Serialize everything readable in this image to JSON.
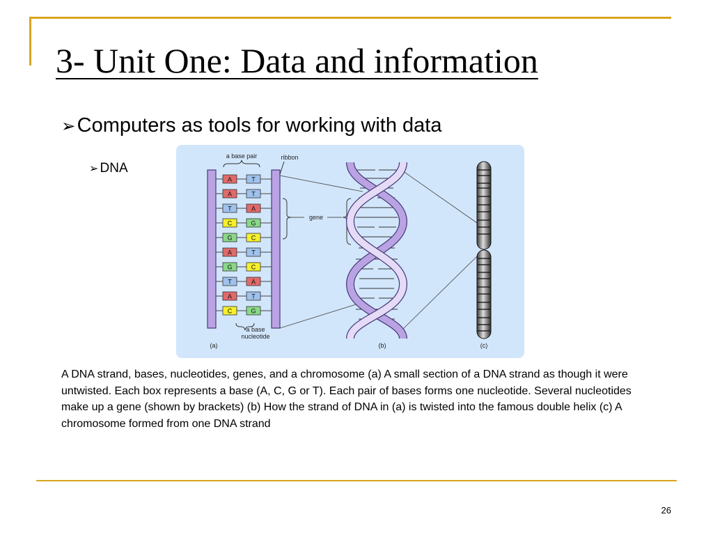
{
  "slide": {
    "title": "3- Unit One: Data and information",
    "bullet_level1": "Computers as tools for working with data",
    "bullet_level2": "DNA",
    "bullet_icon": "arrow-bullet-icon",
    "caption": "A DNA strand, bases, nucleotides, genes, and a chromosome (a) A small section of a DNA strand as though it were untwisted. Each box represents a base (A, C, G or T). Each pair of bases forms one nucleotide. Several nucleotides make up a gene (shown by brackets) (b) How the strand of DNA in (a) is twisted into the famous double helix (c) A chromosome formed from one DNA strand",
    "page_number": "26",
    "accent_color": "#d9a520"
  },
  "figure": {
    "labels": {
      "base_pair": "a base pair",
      "ribbon": "ribbon",
      "gene": "gene",
      "base_line1": "a base",
      "base_line2": "nucleotide",
      "part_a": "(a)",
      "part_b": "(b)",
      "part_c": "(c)"
    },
    "base_pairs": [
      [
        "A",
        "T"
      ],
      [
        "A",
        "T"
      ],
      [
        "T",
        "A"
      ],
      [
        "C",
        "G"
      ],
      [
        "G",
        "C"
      ],
      [
        "A",
        "T"
      ],
      [
        "G",
        "C"
      ],
      [
        "T",
        "A"
      ],
      [
        "A",
        "T"
      ],
      [
        "C",
        "G"
      ]
    ],
    "base_colors": {
      "A": "#e06a6a",
      "T": "#9fc2ec",
      "C": "#f5f02a",
      "G": "#8ad887"
    },
    "panel_color": "#d2e6fb",
    "strand_color": "#b9a3e3"
  }
}
